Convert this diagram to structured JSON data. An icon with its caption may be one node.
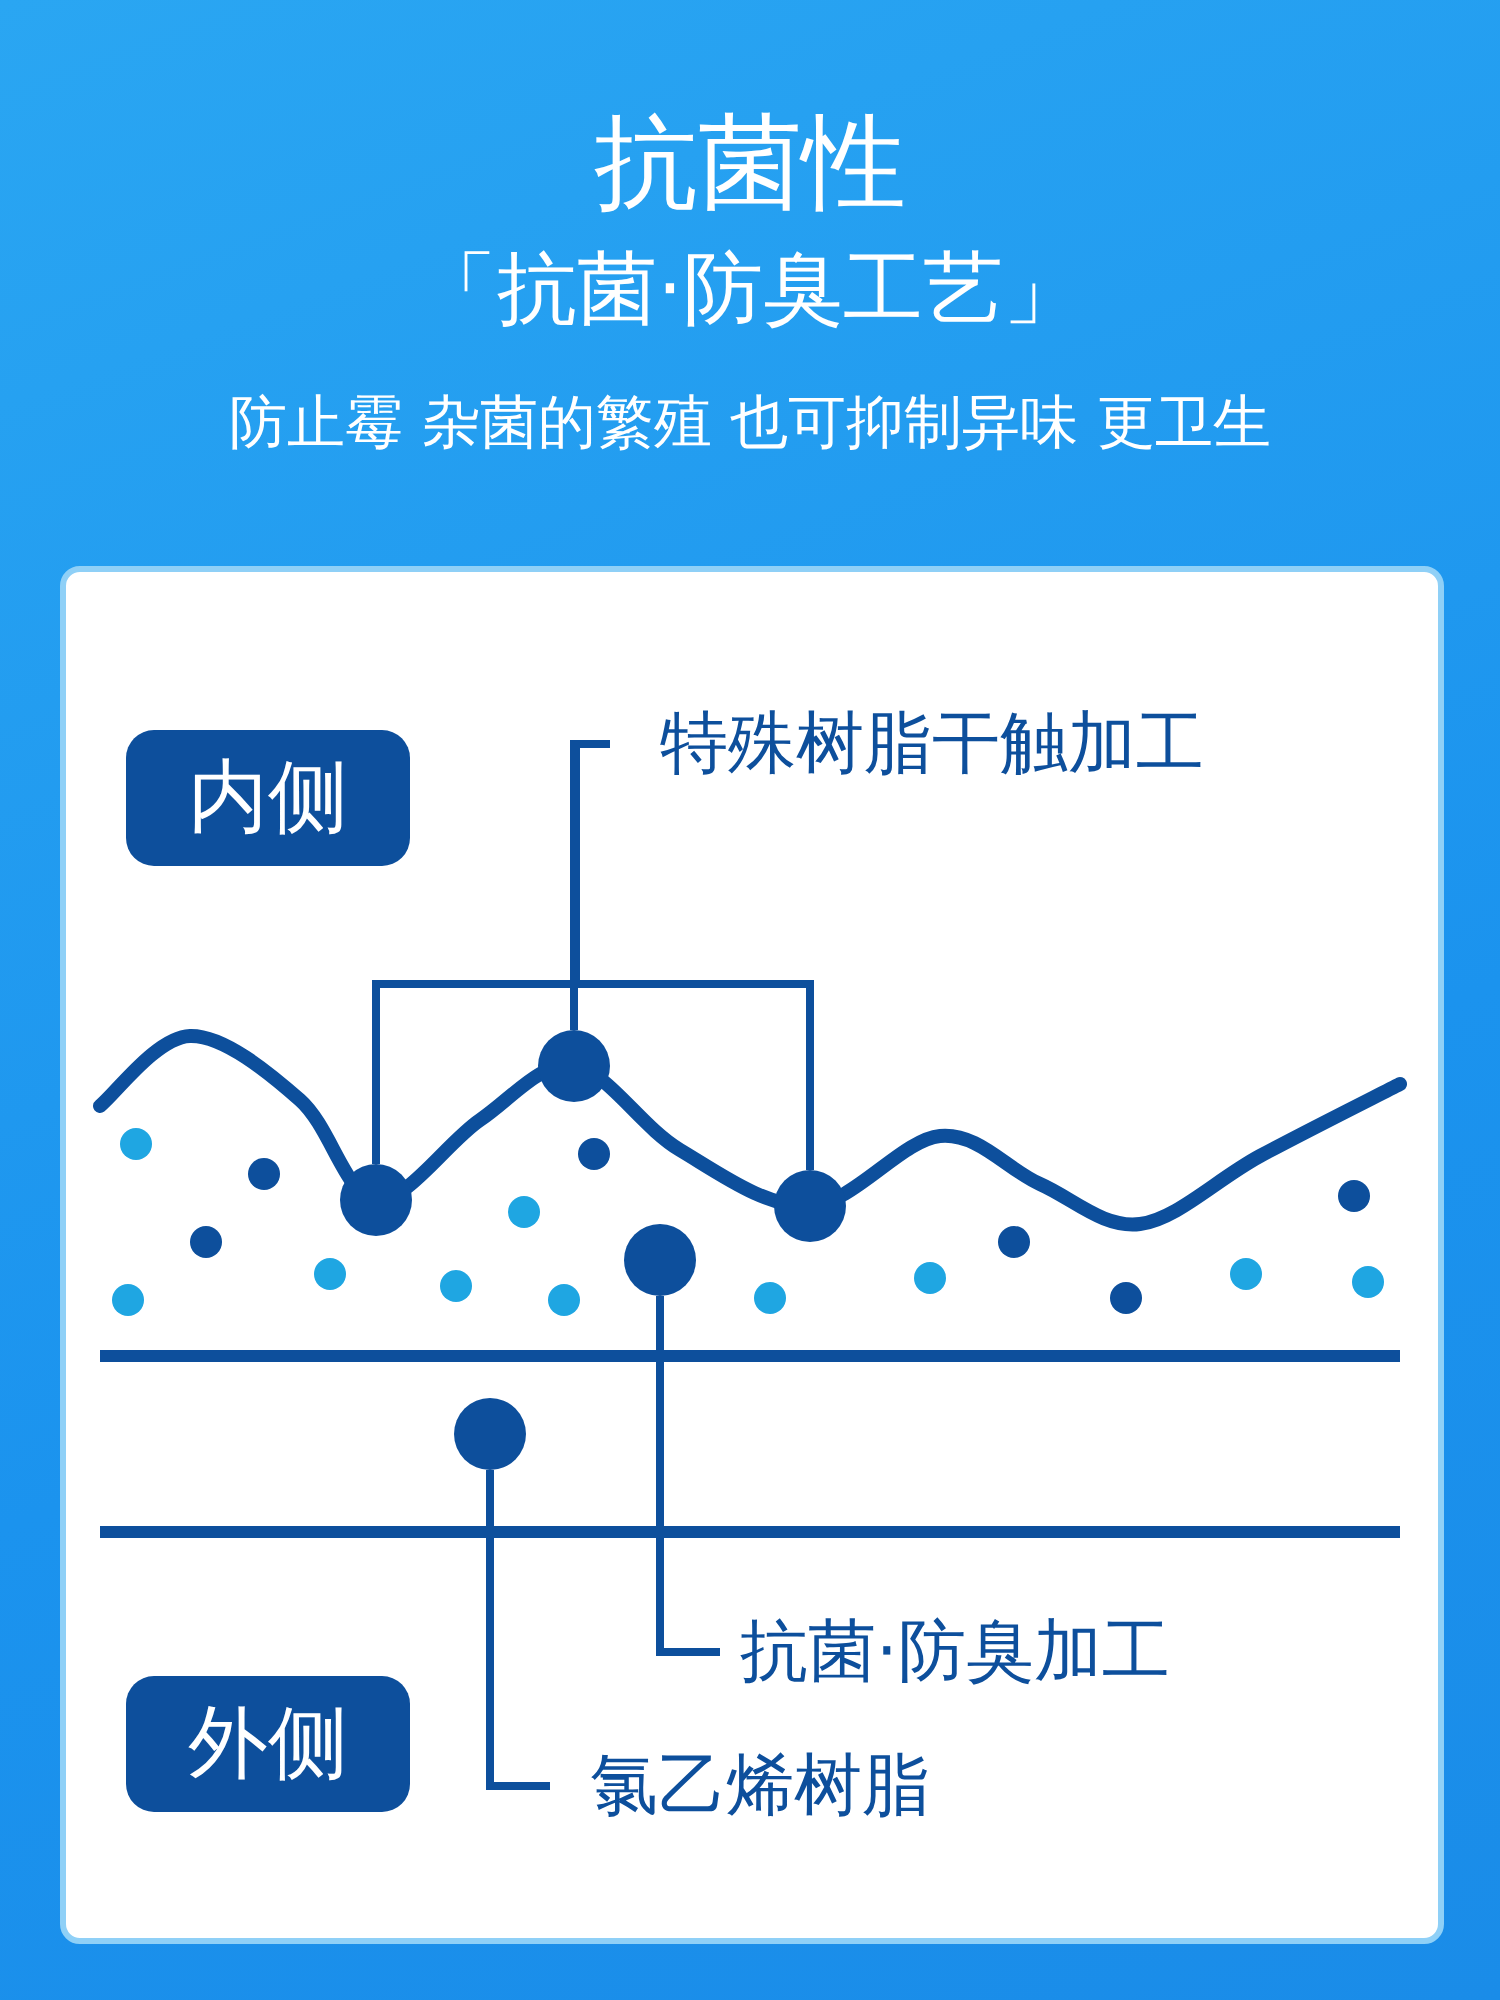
{
  "diagram": {
    "title": "抗菌性",
    "nodes": [
      {
        "text": [
          "内侧"
        ]
      },
      {
        "text": [
          "特殊树脂干触加工"
        ]
      },
      {
        "text": [],
        "shape": "circle"
      },
      {
        "text": [],
        "shape": "circle"
      },
      {
        "text": [],
        "shape": "circle"
      },
      {
        "text": [],
        "shape": "circle"
      },
      {
        "text": [],
        "shape": "circle"
      },
      {
        "text": [
          "抗菌·防臭加工"
        ]
      },
      {
        "text": [
          "外侧"
        ]
      },
      {
        "text": [
          "氯乙烯树脂"
        ]
      }
    ],
    "edges": [
      {
        "from": 1,
        "to": 2,
        "arrow": "none"
      },
      {
        "from": 1,
        "to": 3,
        "arrow": "none"
      },
      {
        "from": 1,
        "to": 4,
        "arrow": "none"
      },
      {
        "from": 7,
        "to": 5,
        "arrow": "none"
      },
      {
        "from": 9,
        "to": 6,
        "arrow": "none"
      }
    ],
    "labels": [
      "「抗菌·防臭工艺」",
      "防止霉 杂菌的繁殖 也可抑制异味 更卫生"
    ]
  }
}
